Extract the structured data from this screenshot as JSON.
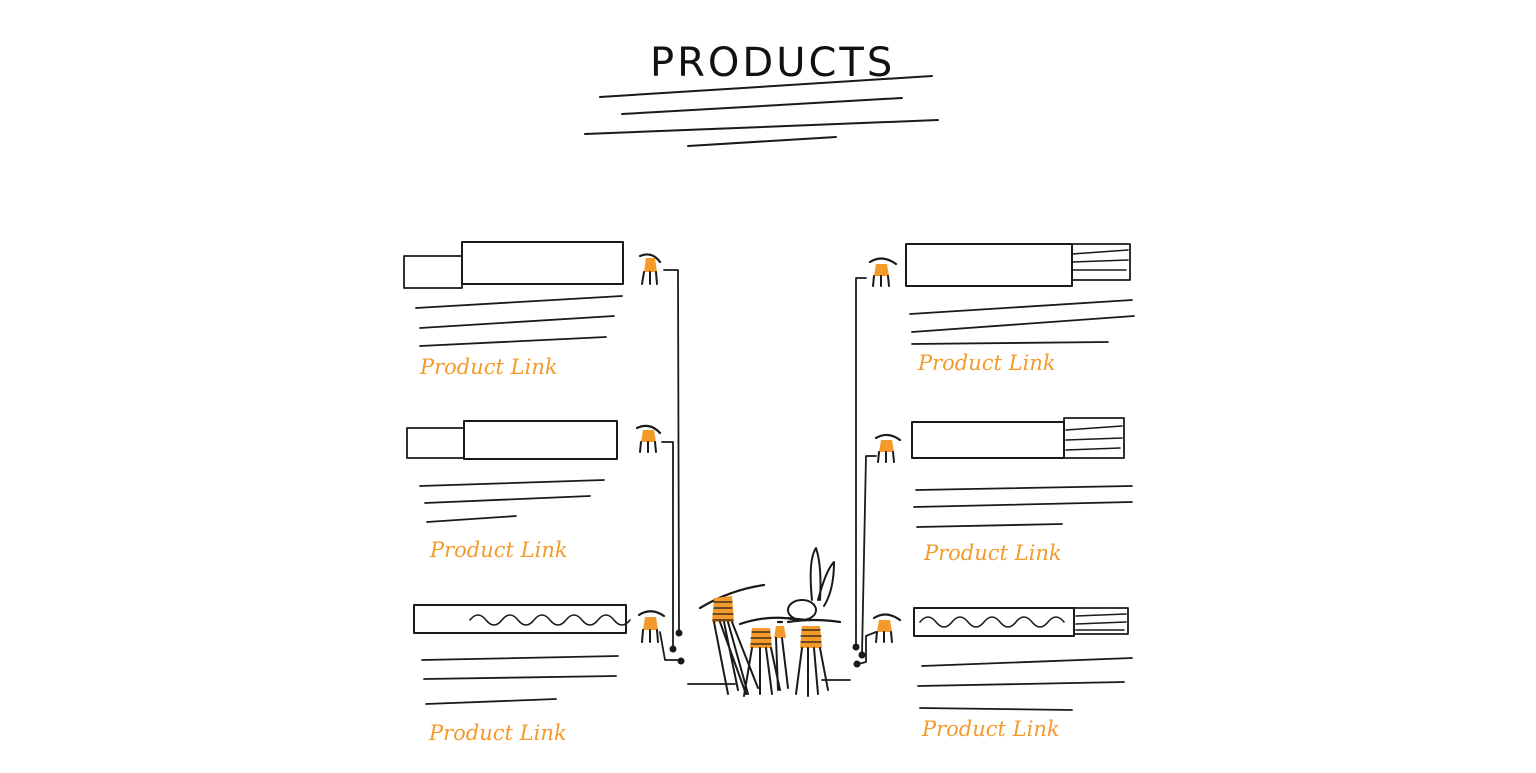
{
  "page": {
    "title": "PRODUCTS"
  },
  "products": [
    {
      "link_label": "Product Link",
      "side": "left"
    },
    {
      "link_label": "Product Link",
      "side": "left"
    },
    {
      "link_label": "Product Link",
      "side": "left"
    },
    {
      "link_label": "Product Link",
      "side": "right"
    },
    {
      "link_label": "Product Link",
      "side": "right"
    },
    {
      "link_label": "Product Link",
      "side": "right"
    }
  ],
  "colors": {
    "ink": "#1a1a1a",
    "accent": "#f39a2b",
    "background": "#ffffff"
  }
}
